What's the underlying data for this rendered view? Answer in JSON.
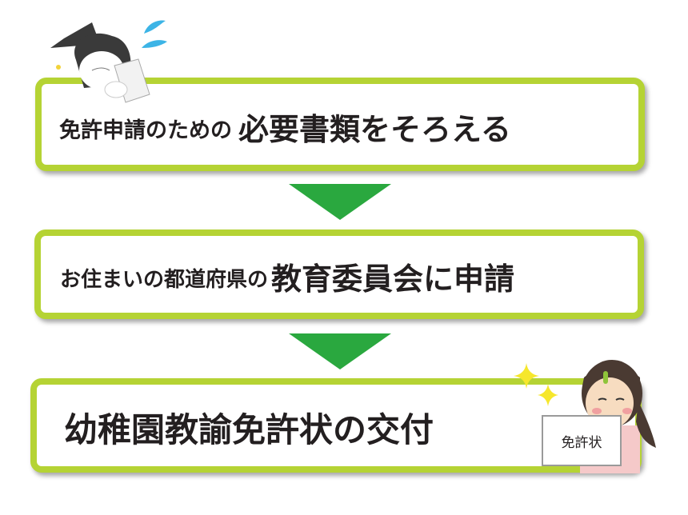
{
  "flow": {
    "steps": [
      {
        "prefix": "免許申請のための",
        "emphasis": "必要書類をそろえる"
      },
      {
        "prefix": "お住まいの都道府県の",
        "emphasis": "教育委員会に申請"
      },
      {
        "prefix": "",
        "emphasis": "幼稚園教諭免許状の交付"
      }
    ],
    "license_card_label": "免許状"
  },
  "colors": {
    "box_border": "#b5d334",
    "arrow": "#2aa83f",
    "text": "#231f20"
  }
}
